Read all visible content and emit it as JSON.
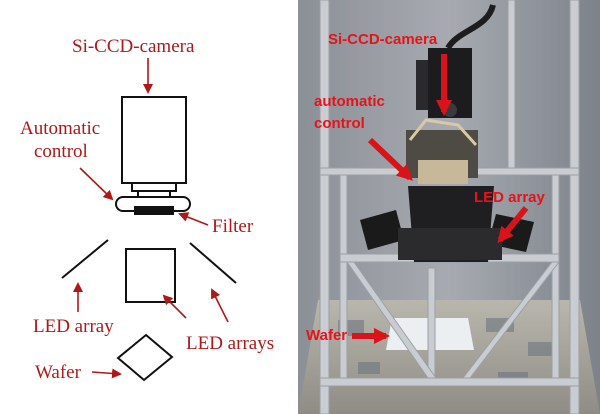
{
  "schematic": {
    "labels": {
      "camera": "Si-CCD-camera",
      "automatic_line1": "Automatic",
      "automatic_line2": "control",
      "filter": "Filter",
      "led_array": "LED array",
      "led_arrays": "LED arrays",
      "wafer": "Wafer"
    }
  },
  "photo": {
    "labels": {
      "camera": "Si-CCD-camera",
      "automatic_line1": "automatic",
      "automatic_line2": "control",
      "led_array": "LED array",
      "wafer": "Wafer"
    }
  },
  "colors": {
    "label_red": "#b01818",
    "photo_label_red": "#e8121a",
    "line_black": "#111111"
  }
}
